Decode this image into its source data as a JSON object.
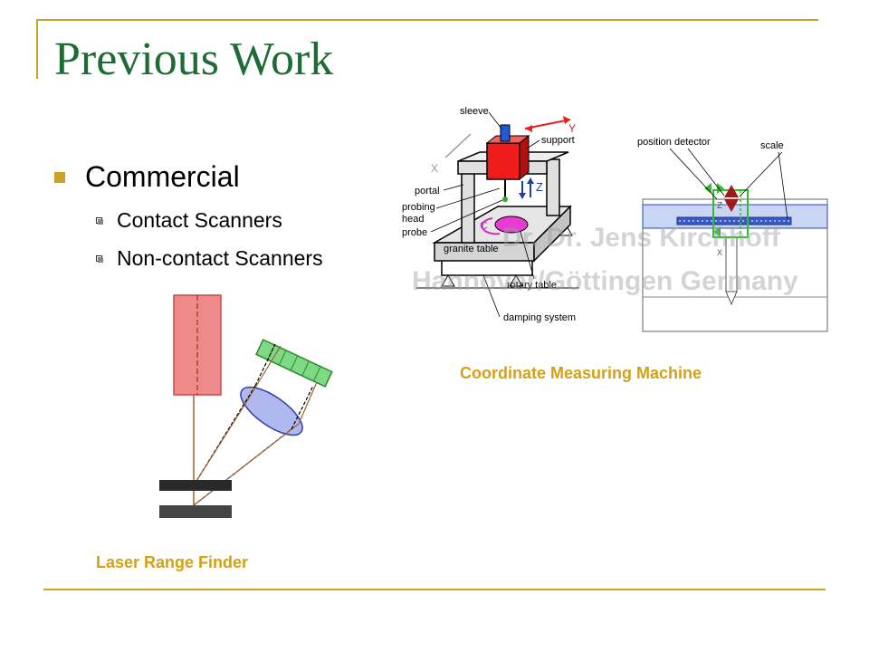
{
  "slide": {
    "title": "Previous Work",
    "bullets": {
      "level1": "Commercial",
      "level2": [
        "Contact Scanners",
        "Non-contact Scanners"
      ]
    },
    "captions": {
      "laser": "Laser Range Finder",
      "cmm": "Coordinate Measuring Machine"
    }
  },
  "cmm_labels": {
    "sleeve": "sleeve",
    "support": "support",
    "y": "Y",
    "x": "X",
    "z": "Z",
    "c": "C",
    "portal": "portal",
    "probing": "probing",
    "head": "head",
    "probe": "probe",
    "granite_table": "granite table",
    "rotary_table": "rotary table",
    "damping_system": "damping system"
  },
  "detector_labels": {
    "position_detector": "position detector",
    "scale": "scale",
    "z": "Z",
    "x": "X"
  },
  "watermark": {
    "line1": "Dr. Dr. Jens Kirchhoff",
    "line2": "Hannover/Göttingen Germany"
  },
  "colors": {
    "accent_gold": "#c9a227",
    "title_green": "#1f6b35",
    "caption_gold": "#d4a017"
  }
}
